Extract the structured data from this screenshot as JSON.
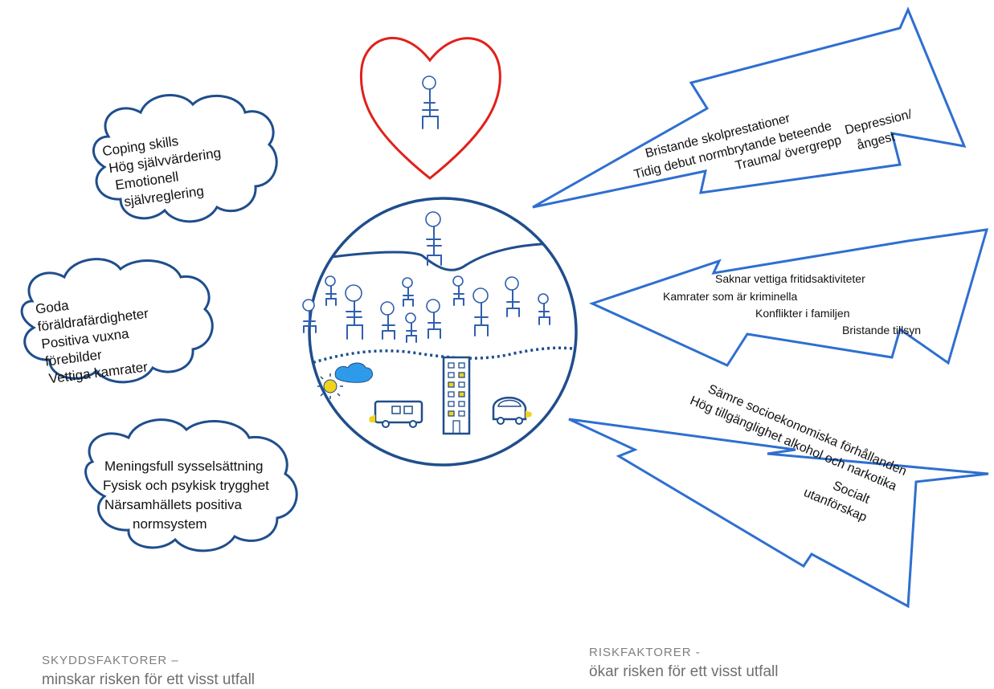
{
  "protective": {
    "clouds": [
      {
        "lines": [
          "Coping skills",
          "Hög självvärdering",
          "Emotionell",
          "självreglering"
        ]
      },
      {
        "lines": [
          "Goda",
          "föräldrafärdigheter",
          "Positiva vuxna",
          "förebilder",
          "Vettiga kamrater"
        ]
      },
      {
        "lines": [
          "Meningsfull  sysselsättning",
          "Fysisk och psykisk trygghet",
          "Närsamhällets positiva",
          "normsystem"
        ]
      }
    ],
    "caption_title": "SKYDDSFAKTORER  –",
    "caption_subtitle": "minskar risken  för ett visst utfall"
  },
  "risk": {
    "bolts": [
      {
        "lines": [
          "Bristande skolprestationer",
          "Tidig debut normbrytande beteende",
          "Trauma/  övergrepp",
          "Depression/",
          "ångest"
        ]
      },
      {
        "lines": [
          "Saknar vettiga fritidsaktiviteter",
          "Kamrater som är kriminella",
          "Konflikter i familjen",
          "Bristande tillsyn"
        ]
      },
      {
        "lines": [
          "Sämre socioekonomiska förhållanden",
          "Hög tillgänglighet alkohol och narkotika",
          "Socialt",
          "utanförskap"
        ]
      }
    ],
    "caption_title": "RISKFAKTORER  -",
    "caption_subtitle": "ökar risken för ett visst utfall"
  },
  "colors": {
    "cloud_outline": "#1f4e8c",
    "bolt_outline": "#2e6fd0",
    "heart_outline": "#e0211b",
    "circle_outline": "#1f4e8c",
    "stick_figure": "#2f5fae",
    "sun": "#f2d21b",
    "raincloud": "#2e9bea"
  }
}
